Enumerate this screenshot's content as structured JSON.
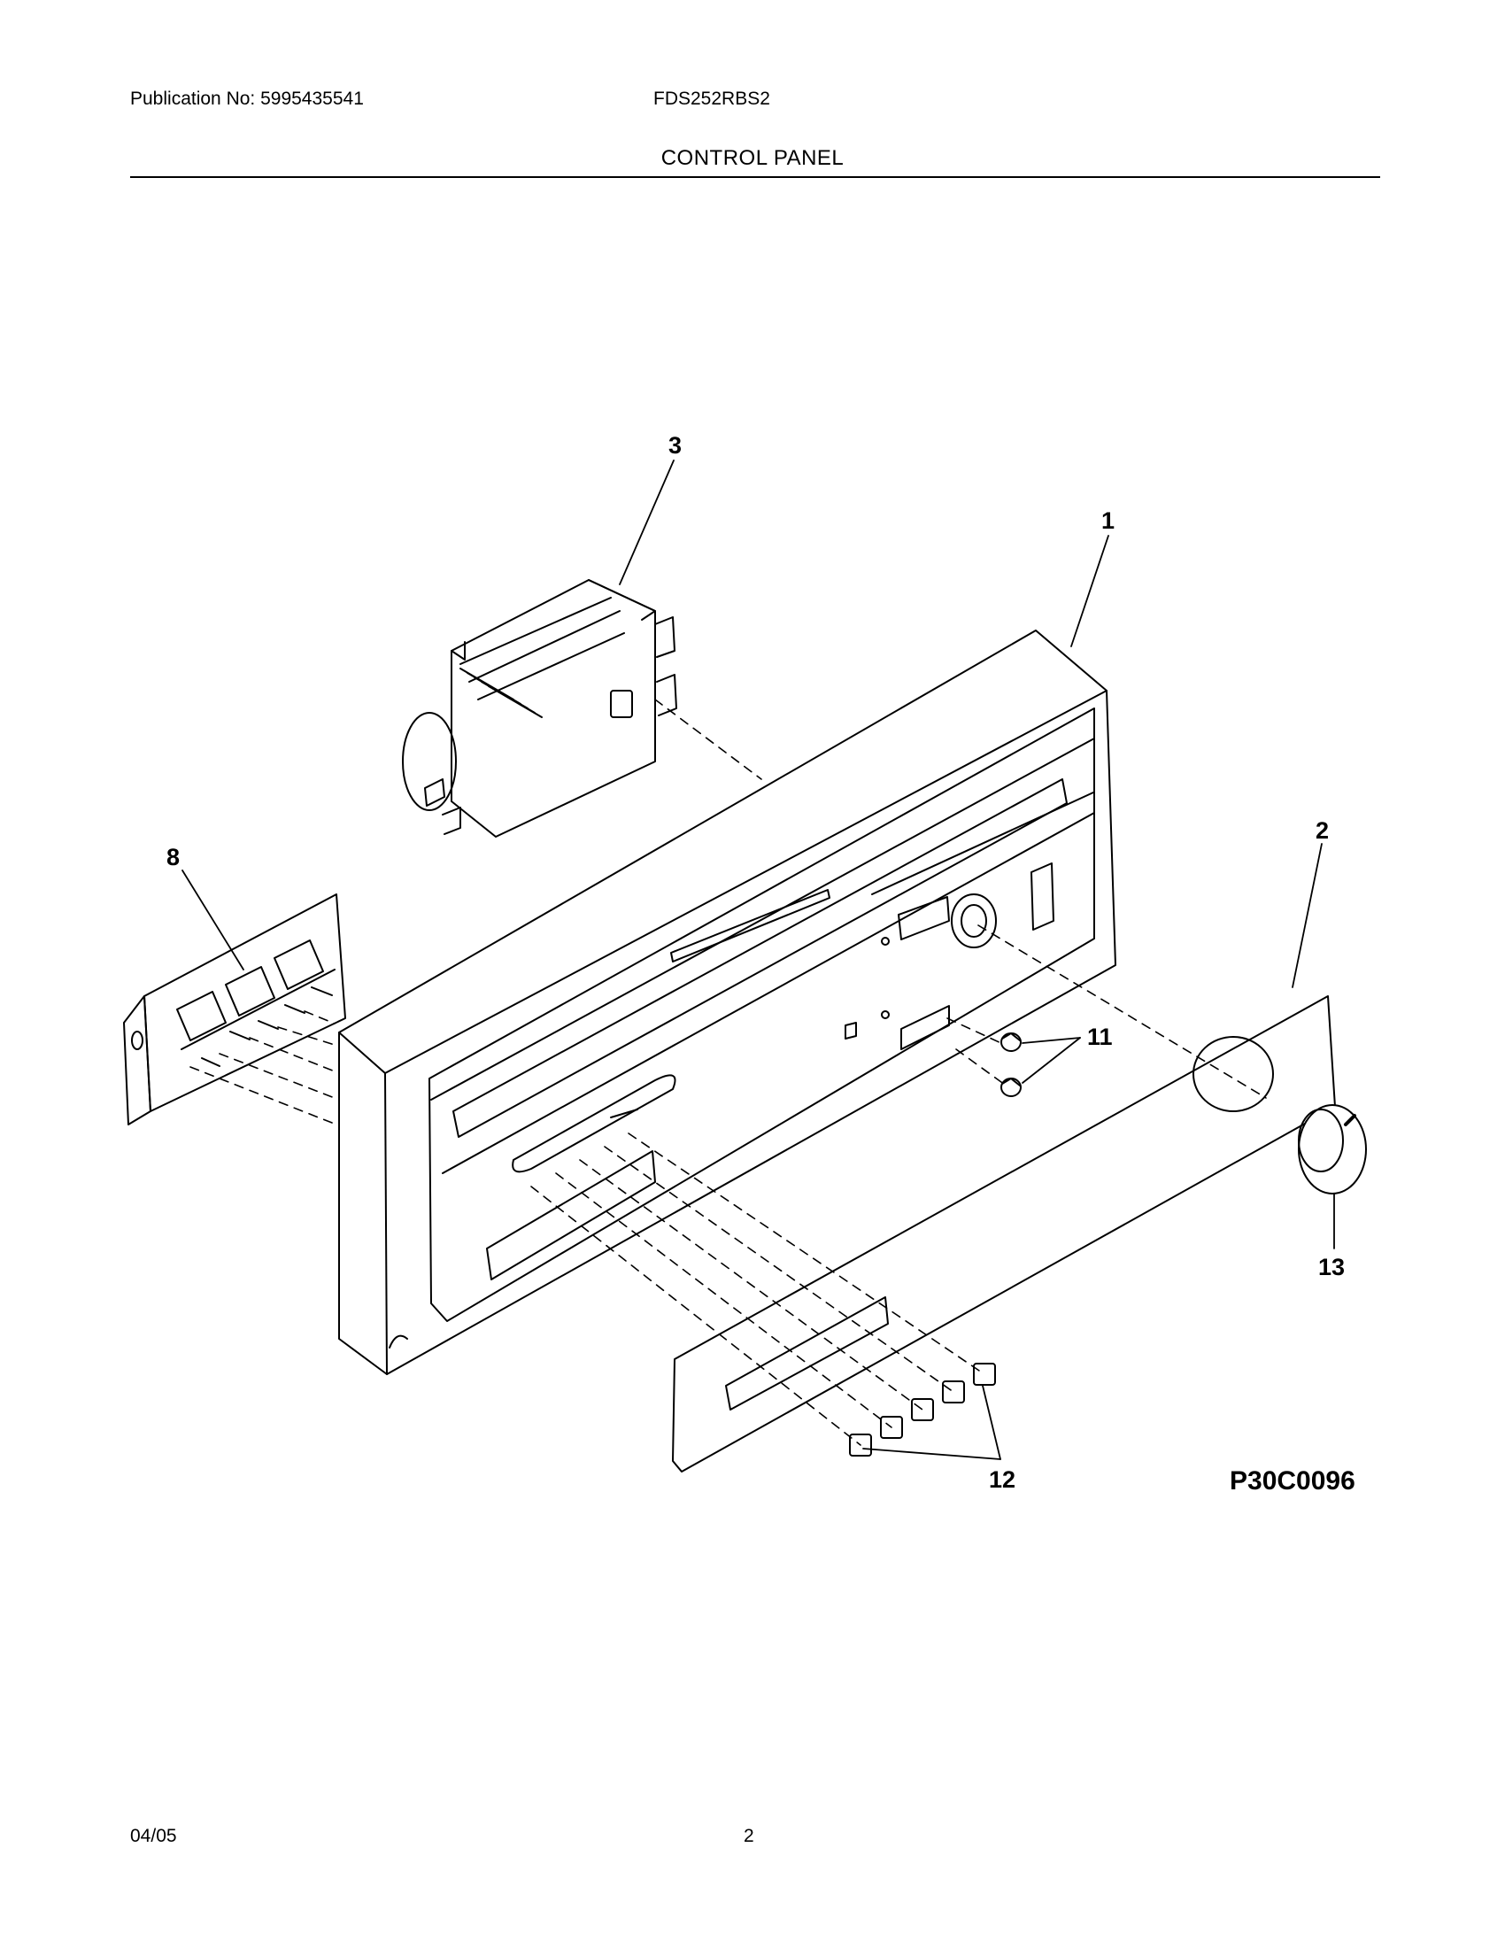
{
  "header": {
    "publication": "Publication No: 5995435541",
    "model": "FDS252RBS2",
    "title": "CONTROL PANEL"
  },
  "diagram": {
    "code": "P30C0096",
    "callouts": [
      "3",
      "1",
      "8",
      "2",
      "11",
      "13",
      "12"
    ]
  },
  "footer": {
    "date": "04/05",
    "page": "2"
  }
}
